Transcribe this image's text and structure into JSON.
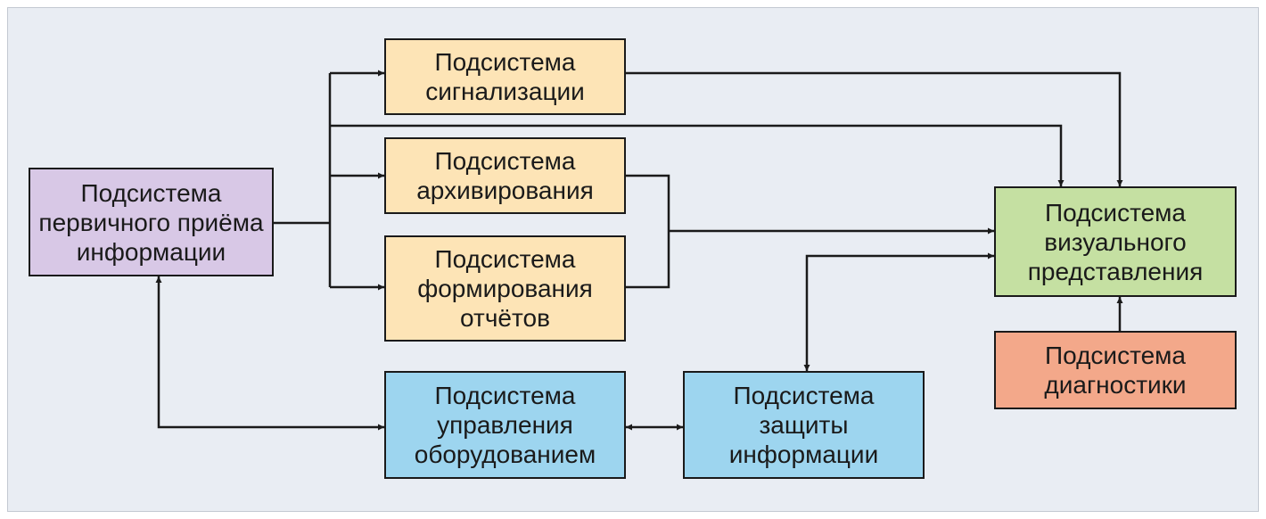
{
  "colors": {
    "primary": "#d8c8e6",
    "output": "#fde4b6",
    "control": "#9dd5ef",
    "visual": "#c5e0a2",
    "diagnostic": "#f3a88a",
    "line": "#1a1a1a",
    "background": "#e9edf3"
  },
  "boxes": {
    "primary": "Подсистема\nпервичного приёма\nинформации",
    "signaling": "Подсистема\nсигнализации",
    "archiving": "Подсистема\nархивирования",
    "reports": "Подсистема\nформирования\nотчётов",
    "equipment": "Подсистема\nуправления\nоборудованием",
    "protection": "Подсистема\nзащиты\nинформации",
    "visual": "Подсистема\nвизуального\nпредставления",
    "diagnostics": "Подсистема\nдиагностики"
  }
}
